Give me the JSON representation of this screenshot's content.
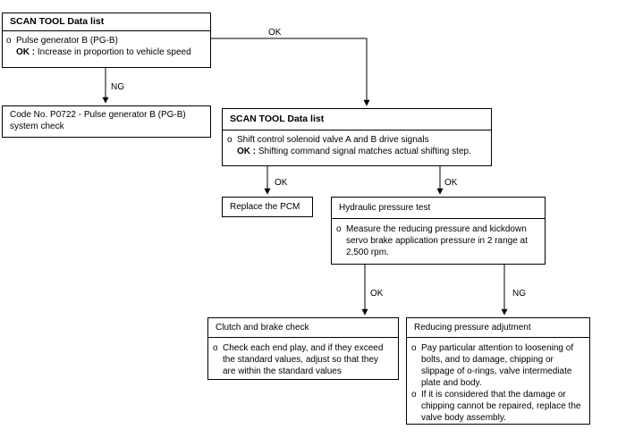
{
  "box1": {
    "title": "SCAN TOOL Data list",
    "bullet": "Pulse generator B (PG-B)",
    "ok_key": "OK",
    "ok_sep": " :",
    "ok_text": " Increase in proportion to vehicle speed"
  },
  "box2": {
    "line1": "Code No. P0722 - Pulse generator B (PG-B)",
    "line2": "system check"
  },
  "box3": {
    "title": "SCAN TOOL Data list",
    "bullet": "Shift control solenoid valve A and B drive signals",
    "ok_key": "OK",
    "ok_sep": " :",
    "ok_text": " Shifting command signal matches actual shifting step."
  },
  "box4": {
    "text": "Replace the PCM"
  },
  "box5": {
    "title": "Hydraulic pressure test",
    "bullet": "Measure the reducing pressure and kickdown servo brake application pressure in 2 range at 2,500 rpm."
  },
  "box6": {
    "title": "Clutch and brake check",
    "bullet": "Check each end play, and if they exceed the standard values, adjust so that they are within the standard values"
  },
  "box7": {
    "title": "Reducing pressure adjutment",
    "bullet1": "Pay particular attention to loosening of bolts, and to damage, chipping or slippage of o-rings, valve intermediate plate and body.",
    "bullet2": "If it is considered that the damage or chipping cannot be repaired, replace the valve body assembly."
  },
  "bullet_marker": "o",
  "labels": {
    "ok_top": "OK",
    "ng_left": "NG",
    "ok_pcm": "OK",
    "ok_hydraulic": "OK",
    "ok_clutch": "OK",
    "ng_reducing": "NG"
  }
}
